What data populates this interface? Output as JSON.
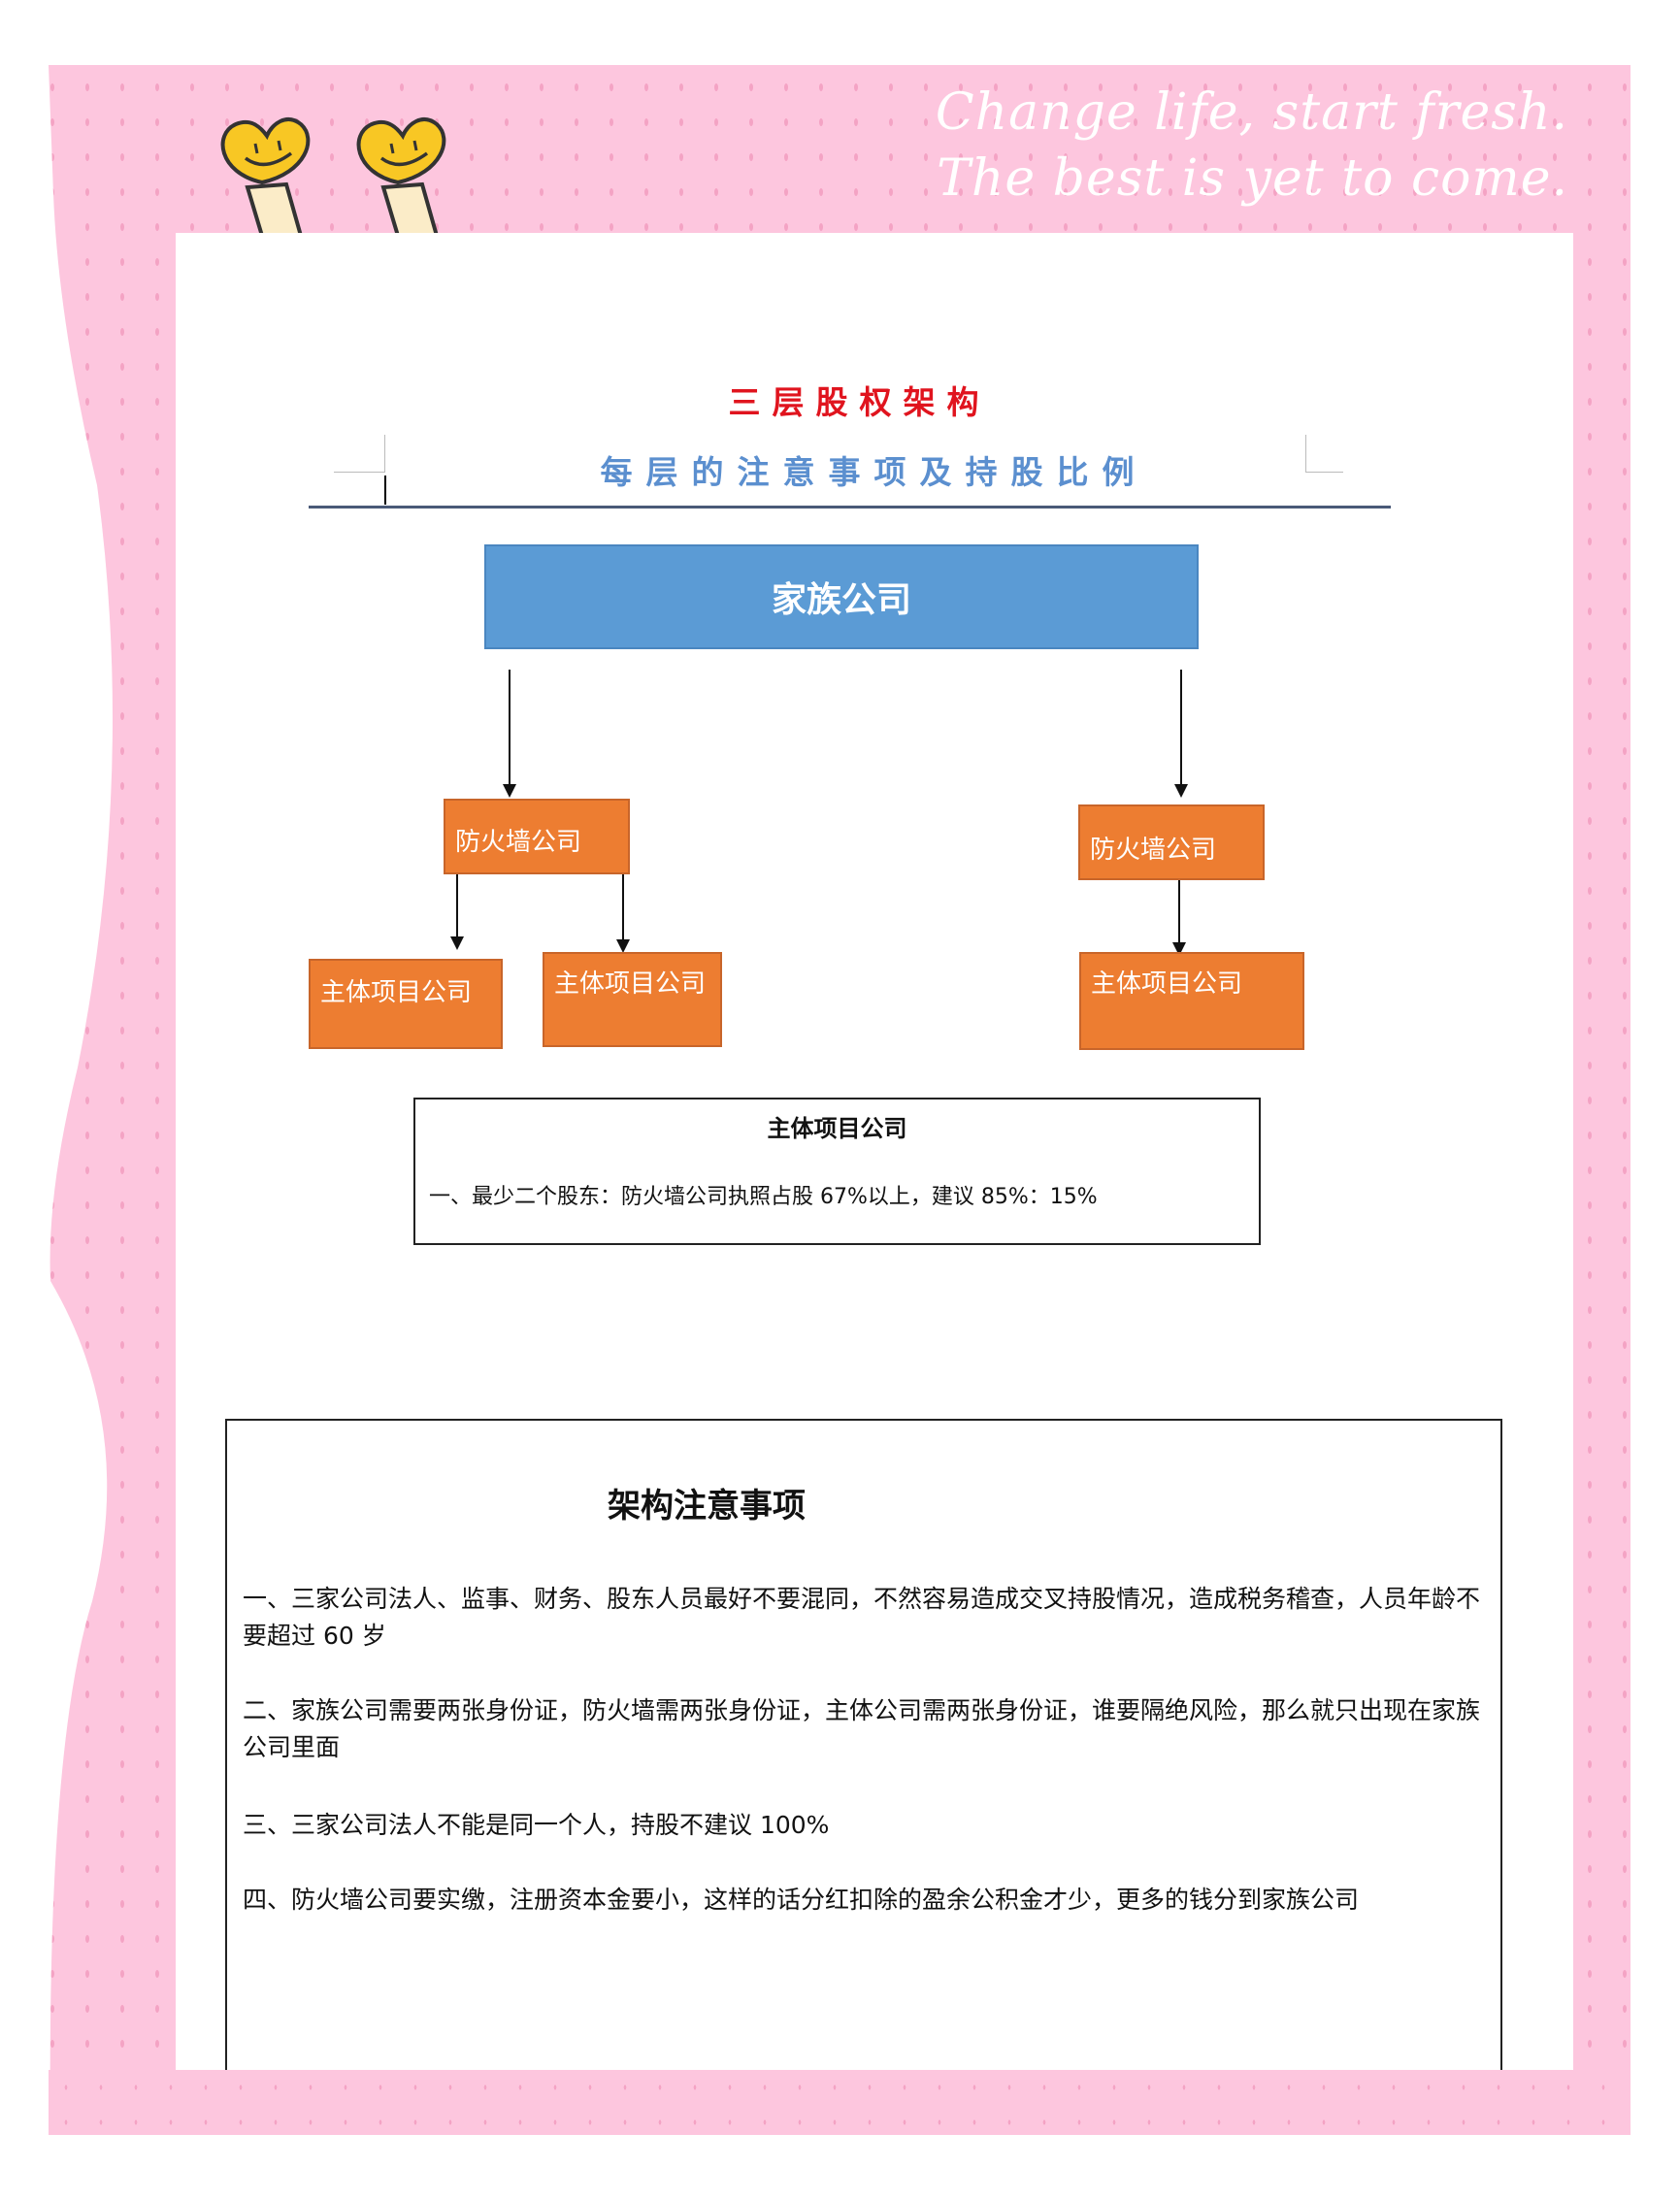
{
  "banner": {
    "slogan_line1": "Change life, start fresh.",
    "slogan_line2": "The best is yet to come.",
    "colors": {
      "frame_pink": "#fdc6de",
      "dot_pink": "#f4a3c4"
    }
  },
  "header": {
    "title": "三层股权架构",
    "subtitle": "每层的注意事项及持股比例",
    "title_color": "#e0141e",
    "subtitle_color": "#5b8fcf"
  },
  "diagram": {
    "root": {
      "label": "家族公司",
      "color": "#5b9bd5"
    },
    "firewalls": [
      {
        "label": "防火墙公司",
        "children": [
          "主体项目公司",
          "主体项目公司"
        ]
      },
      {
        "label": "防火墙公司",
        "children": [
          "主体项目公司"
        ]
      }
    ],
    "node_color": "#ed7d31"
  },
  "info_box": {
    "title": "主体项目公司",
    "line": "一、最少二个股东：防火墙公司执照占股 67%以上，建议 85%：15%"
  },
  "notes": {
    "title": "架构注意事项",
    "items": [
      "一、三家公司法人、监事、财务、股东人员最好不要混同，不然容易造成交叉持股情况，造成税务稽查，人员年龄不要超过 60 岁",
      "二、家族公司需要两张身份证，防火墙需两张身份证，主体公司需两张身份证，谁要隔绝风险，那么就只出现在家族公司里面",
      "三、三家公司法人不能是同一个人，持股不建议 100%",
      "四、防火墙公司要实缴，注册资本金要小，这样的话分红扣除的盈余公积金才少，更多的钱分到家族公司"
    ]
  }
}
